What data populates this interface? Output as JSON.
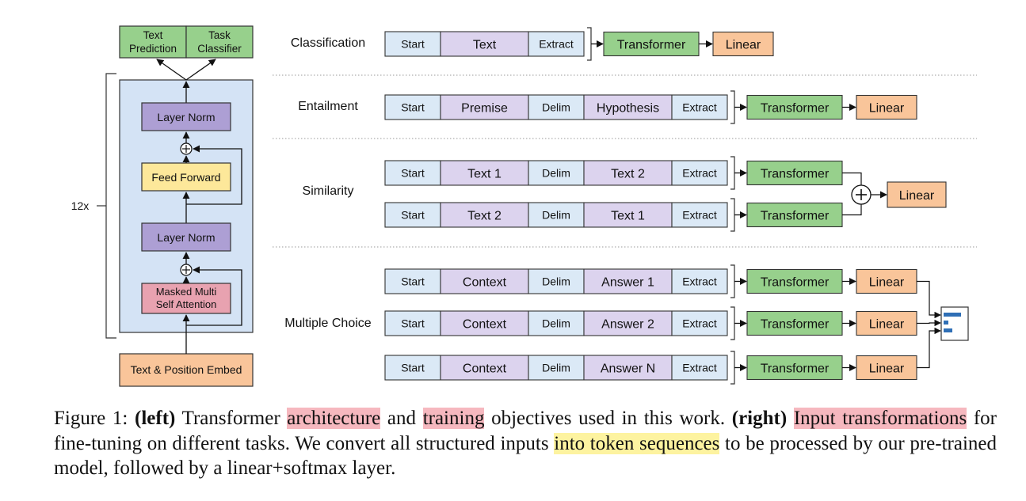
{
  "colors": {
    "green": "#97d08c",
    "purple": "#ad9fd4",
    "yellow": "#fde89a",
    "pink": "#e8a2b0",
    "orange": "#f9c59a",
    "light_blue": "#dbe9f6",
    "light_purple": "#dcd3ee",
    "blue_panel": "#d4e3f5",
    "softmax_bar": "#2f6fb6"
  },
  "architecture": {
    "heads": [
      "Text Prediction",
      "Task Classifier"
    ],
    "layer_norm_top": "Layer Norm",
    "feed_forward": "Feed Forward",
    "layer_norm_bottom": "Layer Norm",
    "attention": "Masked Multi Self Attention",
    "embed": "Text & Position Embed",
    "repeat_label": "12x"
  },
  "tasks": [
    {
      "name": "Classification",
      "rows": [
        {
          "tokens": [
            "Start",
            "Text",
            "Extract"
          ],
          "transformer": "Transformer",
          "linear": "Linear"
        }
      ]
    },
    {
      "name": "Entailment",
      "rows": [
        {
          "tokens": [
            "Start",
            "Premise",
            "Delim",
            "Hypothesis",
            "Extract"
          ],
          "transformer": "Transformer",
          "linear": "Linear"
        }
      ]
    },
    {
      "name": "Similarity",
      "rows": [
        {
          "tokens": [
            "Start",
            "Text 1",
            "Delim",
            "Text 2",
            "Extract"
          ],
          "transformer": "Transformer"
        },
        {
          "tokens": [
            "Start",
            "Text 2",
            "Delim",
            "Text 1",
            "Extract"
          ],
          "transformer": "Transformer"
        }
      ],
      "linear": "Linear"
    },
    {
      "name": "Multiple Choice",
      "rows": [
        {
          "tokens": [
            "Start",
            "Context",
            "Delim",
            "Answer 1",
            "Extract"
          ],
          "transformer": "Transformer",
          "linear": "Linear"
        },
        {
          "tokens": [
            "Start",
            "Context",
            "Delim",
            "Answer 2",
            "Extract"
          ],
          "transformer": "Transformer",
          "linear": "Linear"
        },
        {
          "tokens": [
            "Start",
            "Context",
            "Delim",
            "Answer N",
            "Extract"
          ],
          "transformer": "Transformer",
          "linear": "Linear"
        }
      ]
    }
  ],
  "caption": {
    "prefix": "Figure 1: ",
    "left_bold": "(left)",
    "s1": " Transformer ",
    "hl1": "architecture",
    "s2": " and ",
    "hl2": "training",
    "s3": " objectives used in this work. ",
    "right_bold": "(right)",
    "s4": " ",
    "hl3": "Input transformations",
    "s5": " for fine-tuning on different tasks.  We convert all structured inputs ",
    "hl4": "into token sequences",
    "s6": " to be processed by our pre-trained model, followed by a linear+softmax layer."
  }
}
